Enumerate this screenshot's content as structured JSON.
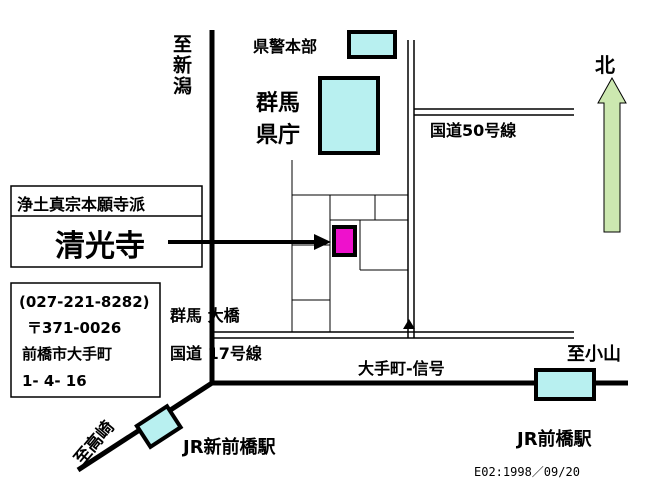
{
  "labels": {
    "to_niigata": "至新潟",
    "police_hq": "県警本部",
    "pref_office_line1": "群馬",
    "pref_office_line2": "県庁",
    "route50": "国道50号線",
    "north": "北",
    "sect": "浄土真宗本願寺派",
    "temple": "清光寺",
    "bridge": "群馬 大橋",
    "route17": "国道 17号線",
    "signal": "大手町-信号",
    "to_koyama": "至小山",
    "to_takasaki": "至高崎",
    "shinmaebashi": "JR新前橋駅",
    "maebashi": "JR前橋駅",
    "footer": "E02:1998／09/20"
  },
  "address": {
    "phone": "(027-221-8282)",
    "zip": "〒371-0026",
    "city": "前橋市大手町",
    "block": "1- 4- 16"
  },
  "colors": {
    "building_fill": "#b8f0f0",
    "temple_fill": "#ee11cc",
    "arrow_fill": "#cce8b0",
    "line": "#000000"
  }
}
